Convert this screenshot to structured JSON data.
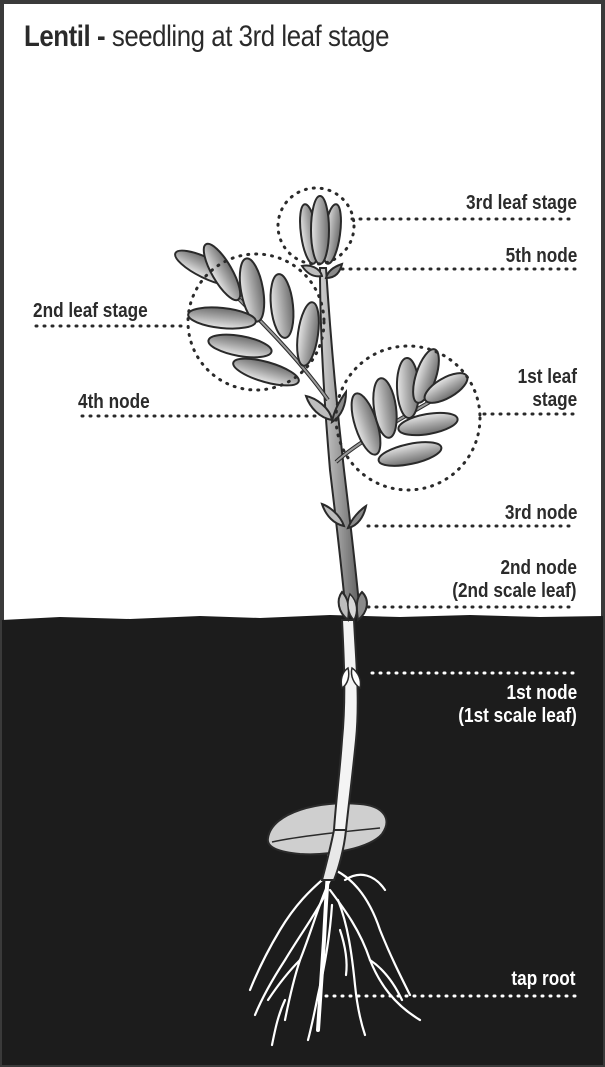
{
  "title": {
    "bold": "Lentil -",
    "rest": "seedling at 3rd leaf stage"
  },
  "labels": {
    "leaf3": "3rd leaf stage",
    "node5": "5th node",
    "leaf2": "2nd leaf stage",
    "node4": "4th node",
    "leaf1_line1": "1st leaf",
    "leaf1_line2": "stage",
    "node3": "3rd node",
    "node2_line1": "2nd node",
    "node2_line2": "(2nd scale leaf)",
    "node1_line1": "1st node",
    "node1_line2": "(1st scale leaf)",
    "taproot": "tap root"
  },
  "colors": {
    "soil": "#1c1c1c",
    "frame": "#3a3a3a",
    "leaf": "#a9a9a9",
    "stem": "#9a9a9a",
    "root": "#ffffff",
    "label_above": "#2b2b2b",
    "label_below": "#ffffff"
  }
}
